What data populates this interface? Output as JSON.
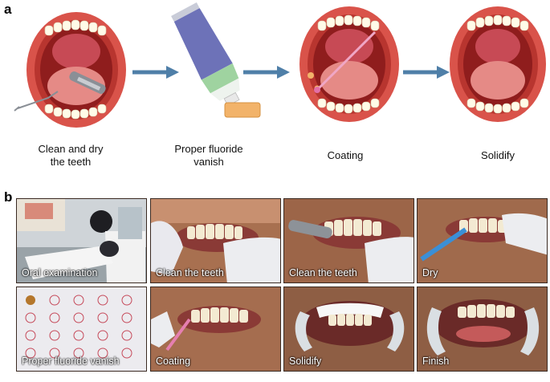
{
  "panels": {
    "a": {
      "letter": "a"
    },
    "b": {
      "letter": "b"
    }
  },
  "steps": [
    {
      "label_line1": "Clean and dry",
      "label_line2": "the teeth"
    },
    {
      "label_line1": "Proper fluoride",
      "label_line2": "vanish"
    },
    {
      "label_line1": "Coating",
      "label_line2": ""
    },
    {
      "label_line1": "Solidify",
      "label_line2": ""
    }
  ],
  "photos": [
    {
      "label": "Oral examination"
    },
    {
      "label": "Clean the teeth"
    },
    {
      "label": "Clean the teeth"
    },
    {
      "label": "Dry"
    },
    {
      "label": "Proper fluoride vanish"
    },
    {
      "label": "Coating"
    },
    {
      "label": "Solidify"
    },
    {
      "label": "Finish"
    }
  ],
  "colors": {
    "lip": "#d9534a",
    "lip_dark": "#b8352f",
    "mouth_inner": "#8f1d1d",
    "tongue": "#e58a86",
    "tooth": "#fffbe8",
    "arrow": "#4f7fa8",
    "tube_blue": "#6d72b8",
    "tube_green": "#9fd3a0",
    "cap_orange": "#f2b36a"
  }
}
